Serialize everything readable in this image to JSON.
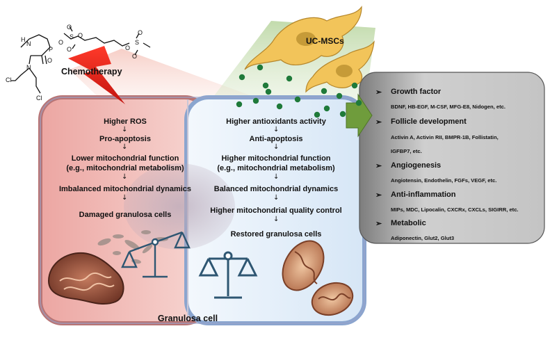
{
  "drug_label": "Chemotherapy",
  "cells_label": "UC-MSCs",
  "granulosa_label": "Granulosa cell",
  "left_steps": [
    "Higher ROS",
    "Pro-apoptosis",
    "Lower mitochondrial function",
    "(e.g., mitochondrial metabolism)",
    "Imbalanced mitochondrial dynamics",
    "Damaged granulosa cells"
  ],
  "right_steps": [
    "Higher antioxidants activity",
    "Anti-apoptosis",
    "Higher mitochondrial function",
    "(e.g., mitochondrial metabolism)",
    "Balanced mitochondrial dynamics",
    "Higher mitochondrial quality control",
    "Restored granulosa cells"
  ],
  "factors": [
    {
      "heading": "Growth factor",
      "items": [
        "BDNF, HB-EGF, M-CSF, MFG-E8, Nidogen, etc."
      ]
    },
    {
      "heading": "Follicle development",
      "items": [
        "Activin A, Activin RII, BMPR-1B, Follistatin,",
        "IGFBP7, etc."
      ]
    },
    {
      "heading": "Angiogenesis",
      "items": [
        "Angiotensin, Endothelin, FGFs, VEGF, etc."
      ]
    },
    {
      "heading": "Anti-inflammation",
      "items": [
        "MIPs, MDC, Lipocalin, CXCRx, CXCLs, SIGIRR, etc."
      ]
    },
    {
      "heading": "Metabolic",
      "items": [
        "Adiponectin, Glut2, Glut3"
      ]
    }
  ],
  "chem_atoms": [
    "H",
    "N",
    "P",
    "O",
    "O",
    "N",
    "Cl",
    "Cl",
    "S",
    "S",
    "O",
    "O",
    "O",
    "O",
    "O",
    "O"
  ],
  "colors": {
    "left_fill": "#f4c7c3",
    "left_border": "#c07878",
    "right_fill": "#e3f0fb",
    "right_border": "#7f9cc9",
    "vesicle": "#1e7a3a",
    "panel_fill": "#9a9a9a",
    "arrow_green": "#6a9a3a",
    "lightning": "#e0201c",
    "cell": "#f2c45a"
  }
}
